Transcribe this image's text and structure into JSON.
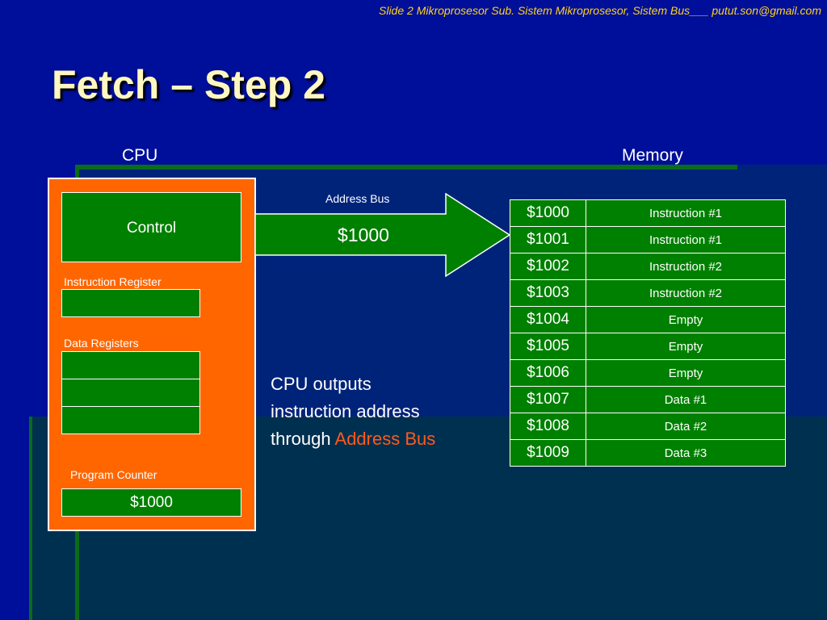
{
  "header": "Slide 2 Mikroprosesor Sub. Sistem Mikroprosesor, Sistem Bus___ putut.son@gmail.com",
  "title": "Fetch – Step 2",
  "labels": {
    "cpu": "CPU",
    "memory": "Memory"
  },
  "cpu": {
    "control": "Control",
    "instruction_register": "Instruction Register",
    "data_registers": "Data Registers",
    "program_counter_label": "Program Counter",
    "program_counter_value": "$1000"
  },
  "bus": {
    "label": "Address Bus",
    "value": "$1000"
  },
  "description": {
    "line1": "CPU outputs",
    "line2": "instruction address",
    "line3_prefix": "through ",
    "line3_highlight": "Address Bus"
  },
  "memory": [
    {
      "addr": "$1000",
      "value": "Instruction #1"
    },
    {
      "addr": "$1001",
      "value": "Instruction #1"
    },
    {
      "addr": "$1002",
      "value": "Instruction #2"
    },
    {
      "addr": "$1003",
      "value": "Instruction #2"
    },
    {
      "addr": "$1004",
      "value": "Empty"
    },
    {
      "addr": "$1005",
      "value": "Empty"
    },
    {
      "addr": "$1006",
      "value": "Empty"
    },
    {
      "addr": "$1007",
      "value": "Data #1"
    },
    {
      "addr": "$1008",
      "value": "Data #2"
    },
    {
      "addr": "$1009",
      "value": "Data #3"
    }
  ],
  "colors": {
    "background": "#000f99",
    "cpu_box": "#ff6600",
    "register_fill": "#008000",
    "title": "#fff7c0",
    "header": "#ffd21c",
    "highlight": "#ff5a1a"
  }
}
